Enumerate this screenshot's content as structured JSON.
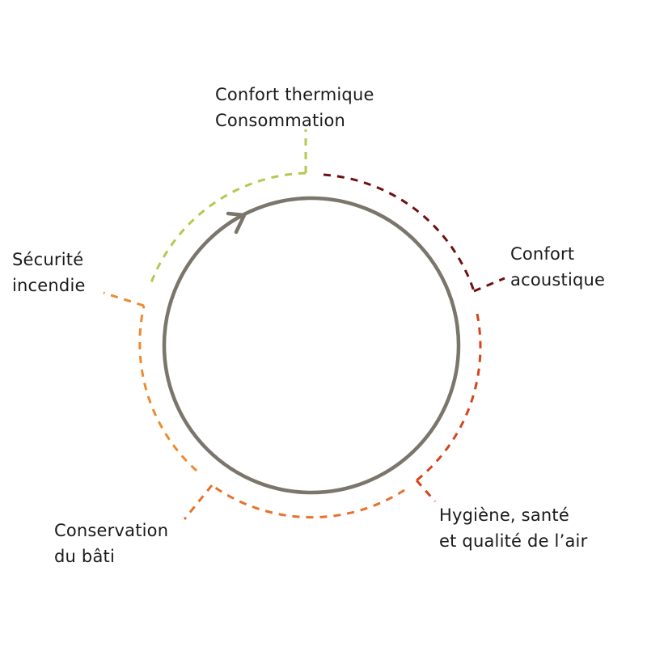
{
  "segments": [
    {
      "id": "thermique",
      "lines": [
        "Confort thermique",
        "Consommation"
      ],
      "color": "#b5c84f"
    },
    {
      "id": "acoustique",
      "lines": [
        "Confort",
        "acoustique"
      ],
      "color": "#6e1010"
    },
    {
      "id": "hygiene",
      "lines": [
        "Hygiène, santé",
        "et qualité de l’air"
      ],
      "color": "#d2461e"
    },
    {
      "id": "conservation",
      "lines": [
        "Conservation",
        "du bâti"
      ],
      "color": "#e8702a"
    },
    {
      "id": "incendie",
      "lines": [
        "Sécurité",
        "incendie"
      ],
      "color": "#ee8a2e"
    }
  ],
  "cycle": {
    "color": "#7b766b"
  }
}
